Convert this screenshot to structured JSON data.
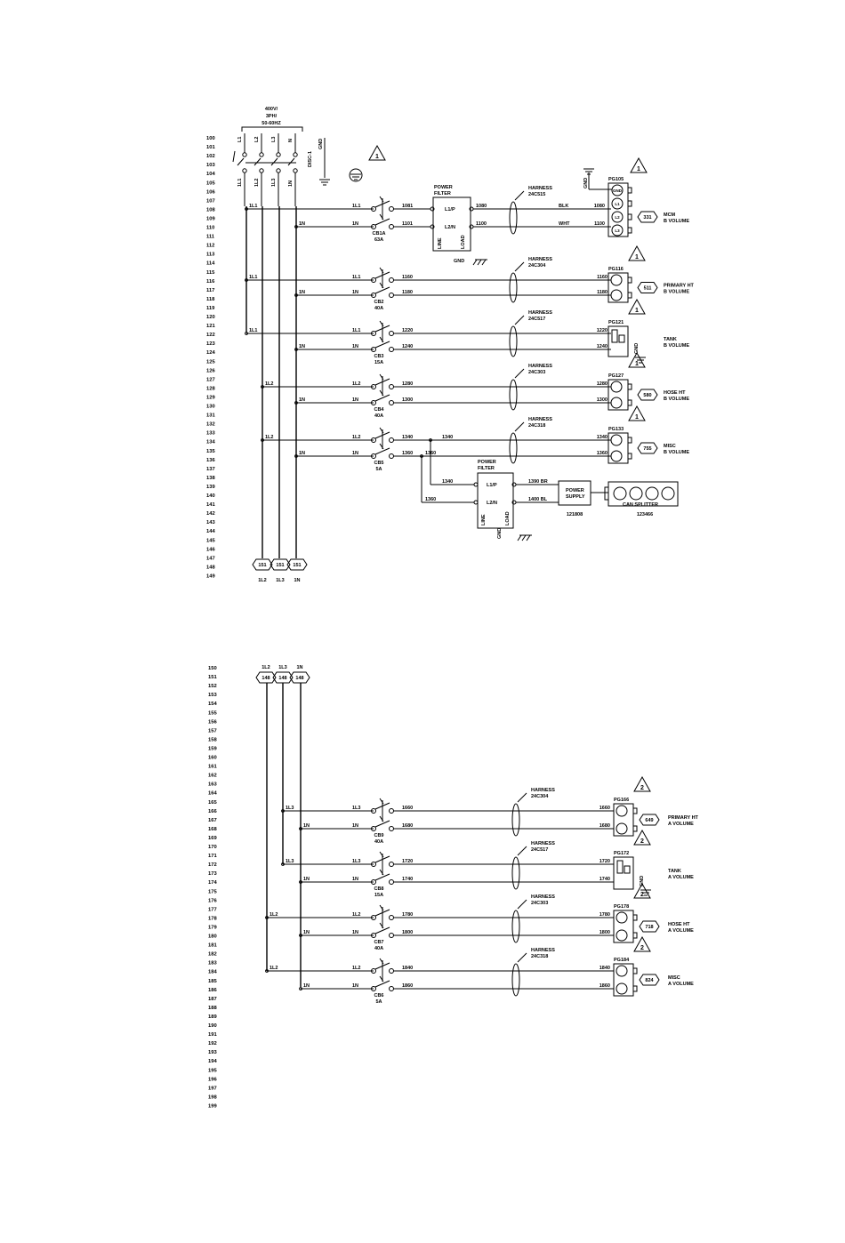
{
  "supply": {
    "line1": "400V/",
    "line2": "3PH/",
    "line3": "50-60HZ"
  },
  "disconnect": {
    "label": "DISC-1",
    "poles": [
      "L1",
      "L2",
      "L3",
      "N"
    ],
    "outputs": [
      "1L1",
      "1L2",
      "1L3",
      "1N"
    ],
    "gnd": "GND"
  },
  "rungs_top": [
    "100",
    "101",
    "102",
    "103",
    "104",
    "105",
    "106",
    "107",
    "108",
    "109",
    "110",
    "111",
    "112",
    "113",
    "114",
    "115",
    "116",
    "117",
    "118",
    "119",
    "120",
    "121",
    "122",
    "123",
    "124",
    "125",
    "126",
    "127",
    "128",
    "129",
    "130",
    "131",
    "132",
    "133",
    "134",
    "135",
    "136",
    "137",
    "138",
    "139",
    "140",
    "141",
    "142",
    "143",
    "144",
    "145",
    "146",
    "147",
    "148",
    "149"
  ],
  "rungs_bottom": [
    "150",
    "151",
    "152",
    "153",
    "154",
    "155",
    "156",
    "157",
    "158",
    "159",
    "160",
    "161",
    "162",
    "163",
    "164",
    "165",
    "166",
    "167",
    "168",
    "169",
    "170",
    "171",
    "172",
    "173",
    "174",
    "175",
    "176",
    "177",
    "178",
    "179",
    "180",
    "181",
    "182",
    "183",
    "184",
    "185",
    "186",
    "187",
    "188",
    "189",
    "190",
    "191",
    "192",
    "193",
    "194",
    "195",
    "196",
    "197",
    "198",
    "199"
  ],
  "bus_top": {
    "l1": "1L1",
    "l2": "1L2",
    "l3": "1L3",
    "n": "1N"
  },
  "offpage_top": {
    "ref": "151",
    "labels": [
      "1L2",
      "1L3",
      "1N"
    ]
  },
  "offpage_bottom": {
    "ref": "148",
    "labels": [
      "1L2",
      "1L3",
      "1N"
    ]
  },
  "filter1": {
    "title1": "POWER",
    "title2": "FILTER",
    "in1": "L1/P",
    "in2": "L2/N",
    "line": "LINE",
    "load": "LOAD",
    "gnd": "GND",
    "out1": "1080",
    "out2": "1100",
    "w1": "1081",
    "w2": "1101"
  },
  "circuits_top": [
    {
      "cb": "CB1A",
      "amps": "63A",
      "in1": "1L1",
      "in2": "1N",
      "w1": "1081",
      "w2": "1101",
      "harness": "24C515",
      "plug": "PG105",
      "load_w1": "1080",
      "load_w2": "1100",
      "color1": "BLK",
      "color2": "WHT",
      "pins": [
        "GND",
        "L1",
        "L2",
        "L3"
      ],
      "code": "331",
      "name1": "MCM",
      "name2": "B VOLUME",
      "rev": "1",
      "plug_gnd": "GND"
    },
    {
      "cb": "CB2",
      "amps": "40A",
      "in1": "1L1",
      "in2": "1N",
      "w1": "1160",
      "w2": "1180",
      "harness": "24C304",
      "plug": "PG116",
      "code": "511",
      "name1": "PRIMARY HT",
      "name2": "B VOLUME",
      "rev": "1"
    },
    {
      "cb": "CB3",
      "amps": "15A",
      "in1": "1L1",
      "in2": "1N",
      "w1": "1220",
      "w2": "1240",
      "harness": "24C517",
      "plug": "PG121",
      "name1": "TANK",
      "name2": "B VOLUME",
      "rev": "1",
      "plug_gnd": "GND"
    },
    {
      "cb": "CB4",
      "amps": "40A",
      "in1": "1L2",
      "in2": "1N",
      "w1": "1280",
      "w2": "1300",
      "harness": "24C303",
      "plug": "PG127",
      "code": "580",
      "name1": "HOSE HT",
      "name2": "B VOLUME",
      "rev": "1"
    },
    {
      "cb": "CB5",
      "amps": "5A",
      "in1": "1L2",
      "in2": "1N",
      "w1": "1340",
      "w2": "1360",
      "harness": "24C318",
      "plug": "PG133",
      "code": "755",
      "name1": "MISC",
      "name2": "B VOLUME",
      "rev": "1"
    }
  ],
  "filter2": {
    "title1": "POWER",
    "title2": "FILTER",
    "in1": "L1/P",
    "in2": "L2/N",
    "line": "LINE",
    "load": "LOAD",
    "gnd": "GND",
    "w1": "1340",
    "w2": "1360",
    "tap1": "1340",
    "tap2": "1360",
    "out1": "1390 BR",
    "out2": "1400 BL"
  },
  "power_supply": {
    "l1": "POWER",
    "l2": "SUPPLY",
    "part": "121808"
  },
  "can_splitter": {
    "label": "CAN SPLITTER",
    "part": "123466"
  },
  "circuits_bottom": [
    {
      "cb": "CB9",
      "amps": "40A",
      "in1": "1L3",
      "in2": "1N",
      "w1": "1660",
      "w2": "1680",
      "harness": "24C304",
      "plug": "PG166",
      "code": "649",
      "name1": "PRIMARY HT",
      "name2": "A VOLUME",
      "rev": "2"
    },
    {
      "cb": "CB8",
      "amps": "15A",
      "in1": "1L3",
      "in2": "1N",
      "w1": "1720",
      "w2": "1740",
      "harness": "24C517",
      "plug": "PG172",
      "name1": "TANK",
      "name2": "A VOLUME",
      "rev": "2",
      "plug_gnd": "GND"
    },
    {
      "cb": "CB7",
      "amps": "40A",
      "in1": "1L2",
      "in2": "1N",
      "w1": "1780",
      "w2": "1800",
      "harness": "24C303",
      "plug": "PG178",
      "code": "718",
      "name1": "HOSE HT",
      "name2": "A VOLUME",
      "rev": "2"
    },
    {
      "cb": "CB6",
      "amps": "5A",
      "in1": "1L2",
      "in2": "1N",
      "w1": "1840",
      "w2": "1860",
      "harness": "24C318",
      "plug": "PG184",
      "code": "824",
      "name1": "MISC",
      "name2": "A VOLUME",
      "rev": "2"
    }
  ],
  "harness_label": "HARNESS"
}
